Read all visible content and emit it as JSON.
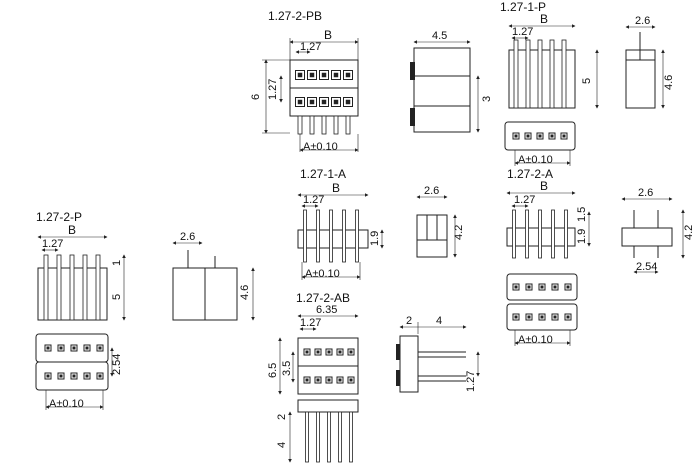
{
  "title": "",
  "views": {
    "pb": {
      "name": "1.27-2-PB",
      "b": "B",
      "pitch": "1.27",
      "h_pitch": "1.27",
      "h_total": "6",
      "tol": "A±0.10"
    },
    "side1": {
      "w": "4.5",
      "h": "3"
    },
    "p1": {
      "name": "1.27-1-P",
      "b": "B",
      "pitch": "1.27",
      "h": "5",
      "tol": "A±0.10"
    },
    "side2": {
      "w": "2.6",
      "h": "4.6"
    },
    "p2": {
      "name": "1.27-2-P",
      "b": "B",
      "pitch": "1.27",
      "h_top": "1",
      "h": "5",
      "v_pitch": "2.54",
      "tol": "A±0.10"
    },
    "side3": {
      "w": "2.6",
      "h": "4.6"
    },
    "a1": {
      "name": "1.27-1-A",
      "b": "B",
      "pitch": "1.27",
      "h": "1.9",
      "tol": "A±0.10"
    },
    "side4": {
      "w": "2.6",
      "h": "4.2"
    },
    "a2": {
      "name": "1.27-2-A",
      "b": "B",
      "pitch": "1.27",
      "h1": "1.9",
      "h2": "1.5",
      "tol": "A±0.10"
    },
    "side5": {
      "w": "2.6",
      "h": "4.2",
      "v_pitch": "2.54"
    },
    "ab": {
      "name": "1.27-2-AB",
      "w": "6.35",
      "pitch": "1.27",
      "h_total": "6.5",
      "h_row": "3.5",
      "h_top": "2",
      "h_pin": "4"
    },
    "side6": {
      "w1": "2",
      "w2": "4",
      "h": "1.27"
    }
  }
}
